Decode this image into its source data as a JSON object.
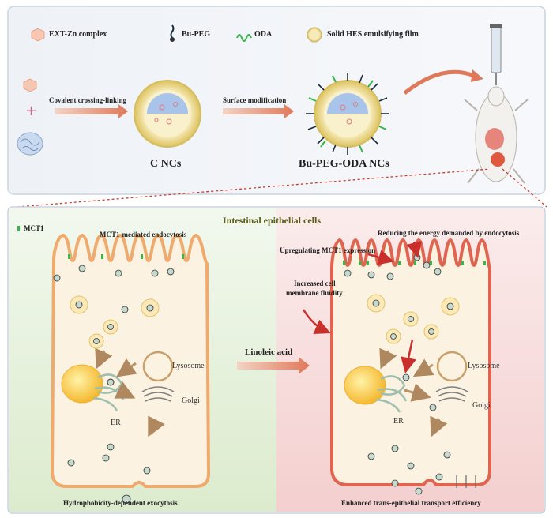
{
  "legend": {
    "ext_zn": "EXT-Zn complex",
    "bu_peg": "Bu-PEG",
    "oda": "ODA",
    "hes": "Solid HES emulsifying film"
  },
  "top": {
    "step1": "Covalent crossing-linking",
    "step2": "Surface modification",
    "c_ncs": "C NCs",
    "bu_ncs": "Bu-PEG-ODA NCs"
  },
  "bottom": {
    "title": "Intestinal epithelial cells",
    "mct1": "MCT1",
    "endocytosis": "MCT1-mediated endocytosis",
    "lysosome_left": "Lysosome",
    "golgi_left": "Golgi",
    "er_left": "ER",
    "exocytosis": "Hydrophobicity-dependent exocytosis",
    "linoleic": "Linoleic acid",
    "upregulating": "Upregulating MCT1 expression",
    "reducing": "Reducing the energy demanded by endocytosis",
    "fluidity_1": "Increased cell",
    "fluidity_2": "membrane fluidity",
    "lysosome_right": "Lysosome",
    "golgi_right": "Golgi",
    "er_right": "ER",
    "enhanced": "Enhanced trans-epithelial transport efficiency"
  },
  "colors": {
    "hes_shell": "#e6d77a",
    "core_blue": "#a9c4ea",
    "arrow": "#e8896a",
    "cell_left": "#f2b27a",
    "cell_right": "#e36a55",
    "panel_left": "#e8f2dc",
    "panel_right": "#f8dcdc"
  }
}
